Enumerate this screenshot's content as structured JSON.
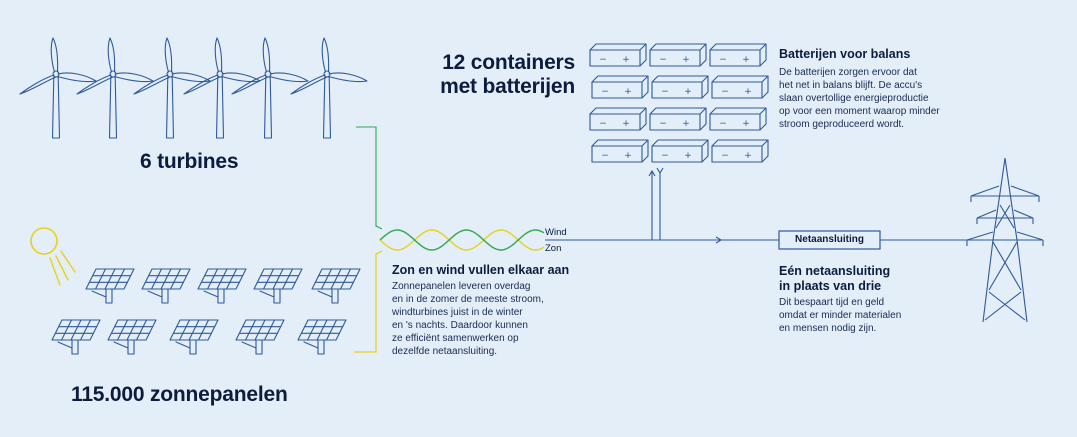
{
  "turbines": {
    "label": "6 turbines",
    "icon": "wind-turbine-icon",
    "count": 6
  },
  "solar": {
    "label": "115.000 zonnepanelen",
    "icon": "solar-panel-icon",
    "sun_icon": "sun-icon"
  },
  "containers": {
    "label_line1": "12 containers",
    "label_line2": "met batterijen",
    "icon": "battery-container-icon",
    "count": 12,
    "plus": "+",
    "minus": "−"
  },
  "batteries_info": {
    "title": "Batterijen voor balans",
    "lines": [
      "De batterijen zorgen ervoor dat",
      "het net in balans blijft. De accu's",
      "slaan overtollige energieproductie",
      "op voor een moment waarop minder",
      "stroom geproduceerd wordt."
    ]
  },
  "wires": {
    "wind": "Wind",
    "zon": "Zon"
  },
  "mix_info": {
    "title": "Zon en wind vullen elkaar aan",
    "lines": [
      "Zonnepanelen leveren overdag",
      "en in de zomer de meeste stroom,",
      "windturbines juist in de winter",
      "en 's nachts. Daardoor kunnen",
      "ze efficiënt samenwerken op",
      "dezelfde netaansluiting."
    ]
  },
  "connection": {
    "box_label": "Netaansluiting",
    "title_line1": "Eén netaansluiting",
    "title_line2": "in plaats van drie",
    "lines": [
      "Dit bespaart tijd en geld",
      "omdat er minder materialen",
      "en mensen nodig zijn."
    ],
    "pylon_icon": "power-pylon-icon"
  },
  "colors": {
    "background": "#e3eef8",
    "stroke": "#2f5a9a",
    "navy": "#0d1b3e",
    "wind_wire": "#2fa84f",
    "sun_wire": "#e6d21c"
  }
}
